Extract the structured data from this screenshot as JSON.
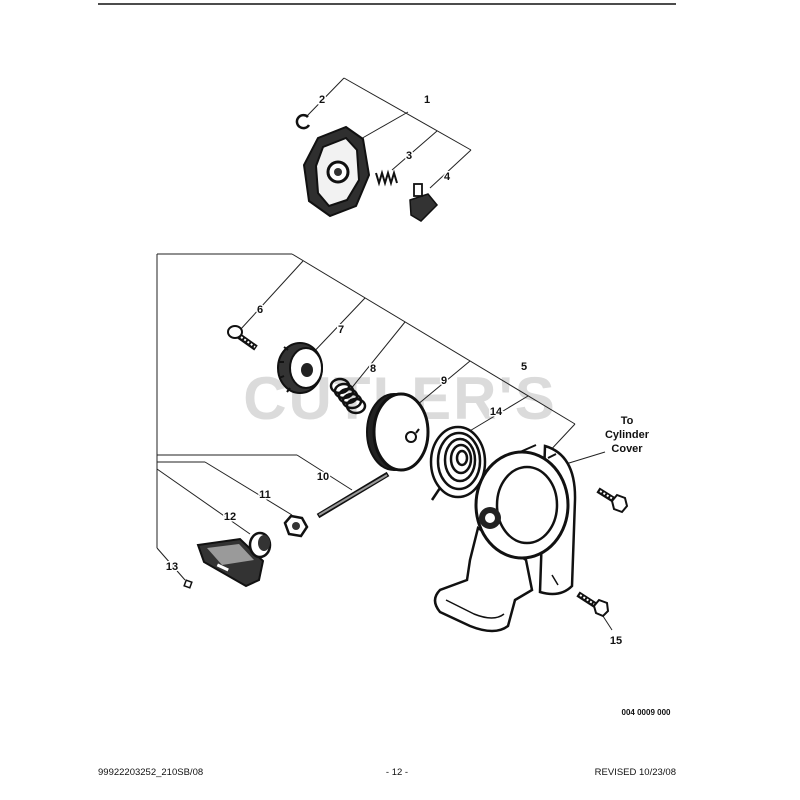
{
  "watermark": "CUTLER'S",
  "callouts": [
    "1",
    "2",
    "3",
    "4",
    "5",
    "6",
    "7",
    "8",
    "9",
    "10",
    "11",
    "12",
    "13",
    "14",
    "15"
  ],
  "note": {
    "to": "To",
    "cylinder": "Cylinder",
    "cover": "Cover"
  },
  "figure_number": "004 0009 000",
  "footer": {
    "doc_number": "99922203252_210SB/08",
    "page": "- 12 -",
    "revised": "REVISED 10/23/08"
  }
}
